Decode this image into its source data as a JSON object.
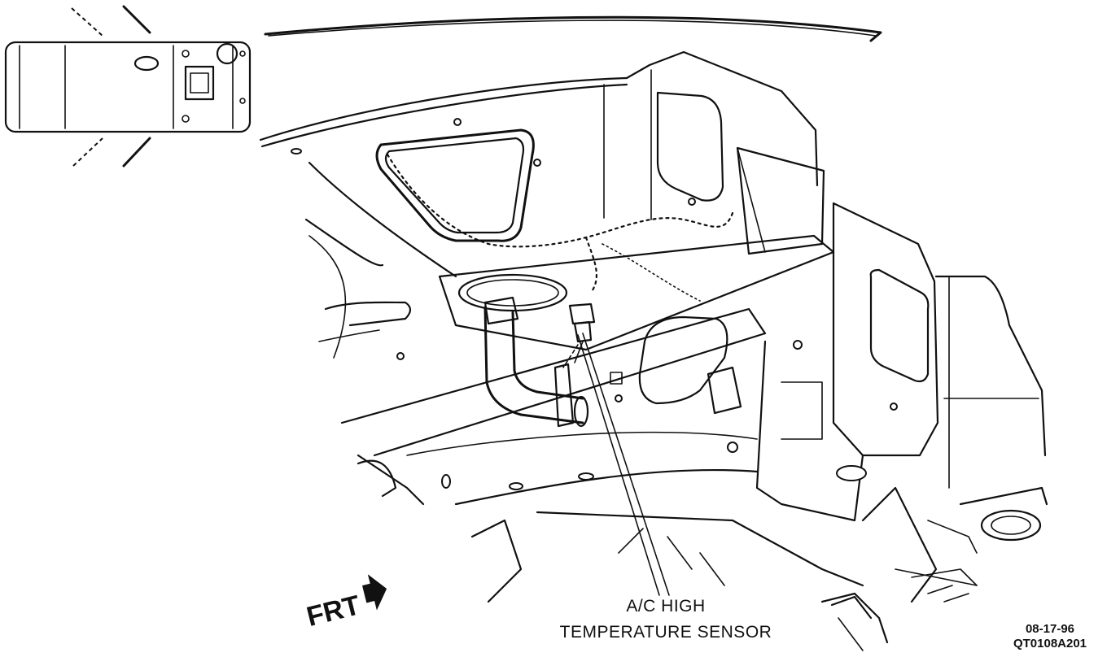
{
  "callout": {
    "line1": "A/C HIGH",
    "line2": "TEMPERATURE SENSOR"
  },
  "front_arrow_label": "FRT",
  "date_code": "08-17-96",
  "figure_code": "QT0108A201",
  "colors": {
    "ink": "#111111",
    "paper": "#ffffff"
  }
}
